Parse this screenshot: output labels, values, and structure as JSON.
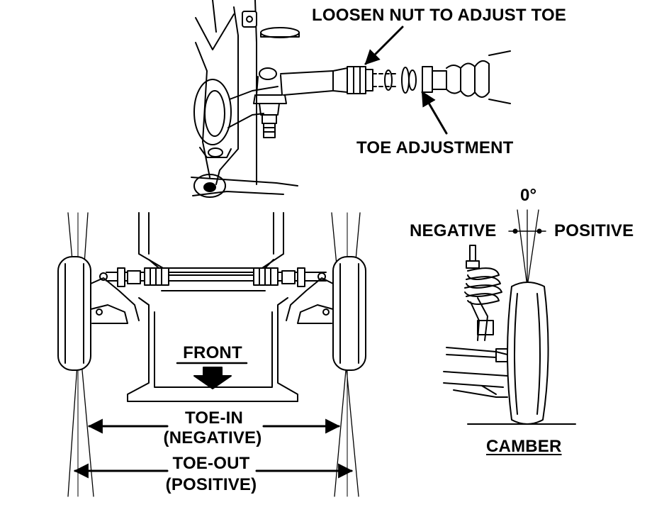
{
  "labels": {
    "loosen_nut": "LOOSEN NUT TO ADJUST TOE",
    "toe_adjustment": "TOE ADJUSTMENT",
    "zero_degree": "0°",
    "negative": "NEGATIVE",
    "positive": "POSITIVE",
    "front": "FRONT",
    "toe_in_line1": "TOE-IN",
    "toe_in_line2": "(NEGATIVE)",
    "toe_out_line1": "TOE-OUT",
    "toe_out_line2": "(POSITIVE)",
    "camber": "CAMBER"
  },
  "colors": {
    "ink": "#000000",
    "paper": "#ffffff"
  }
}
